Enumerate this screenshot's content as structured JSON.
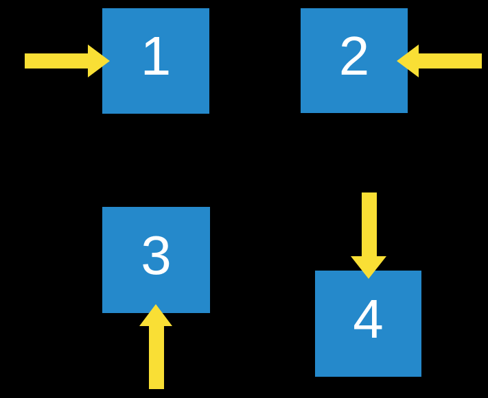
{
  "diagram": {
    "type": "slide-diagram",
    "colors": {
      "background": "#000000",
      "square": "#2589CB",
      "arrow": "#F9DF35",
      "label": "#FFFFFF"
    },
    "squares": [
      {
        "label": "1",
        "arrow_direction": "pointing-right-from-left"
      },
      {
        "label": "2",
        "arrow_direction": "pointing-left-from-right"
      },
      {
        "label": "3",
        "arrow_direction": "pointing-up-from-below"
      },
      {
        "label": "4",
        "arrow_direction": "pointing-down-from-above"
      }
    ]
  }
}
